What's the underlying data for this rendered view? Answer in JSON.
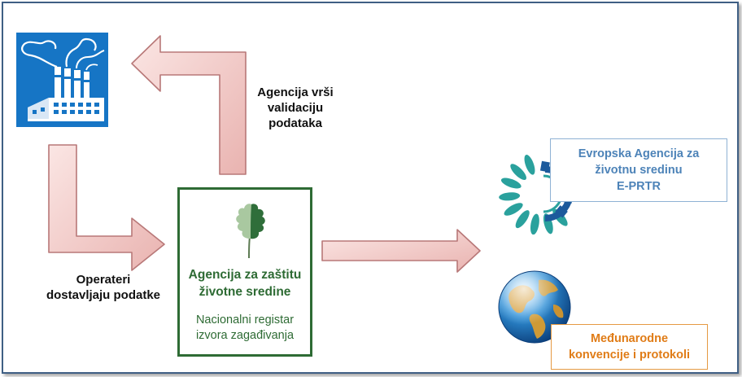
{
  "diagram": {
    "validation_label": [
      "Agencija vrši",
      "validaciju",
      "podataka"
    ],
    "operators_label": [
      "Operateri",
      "dostavljaju podatke"
    ],
    "agency": {
      "title": [
        "Agencija za zaštitu",
        "životne sredine"
      ],
      "subtitle": [
        "Nacionalni registar",
        "izvora zagađivanja"
      ]
    },
    "eea": {
      "lines": [
        "Evropska Agencija za",
        "životnu sredinu",
        "E-PRTR"
      ]
    },
    "international": {
      "lines": [
        "Međunarodne",
        "konvencije i protokoli"
      ]
    },
    "colors": {
      "arrow_fill": "#f6d4d2",
      "arrow_stroke": "#b87878",
      "agency_green": "#2e6b34",
      "eea_blue": "#4d83b8",
      "intl_orange": "#e07c17",
      "factory_blue": "#1675c5",
      "eea_teal": "#1f9aa0"
    },
    "icons": [
      "factory-icon",
      "oak-leaf-icon",
      "eea-logo-icon",
      "globe-icon"
    ]
  }
}
